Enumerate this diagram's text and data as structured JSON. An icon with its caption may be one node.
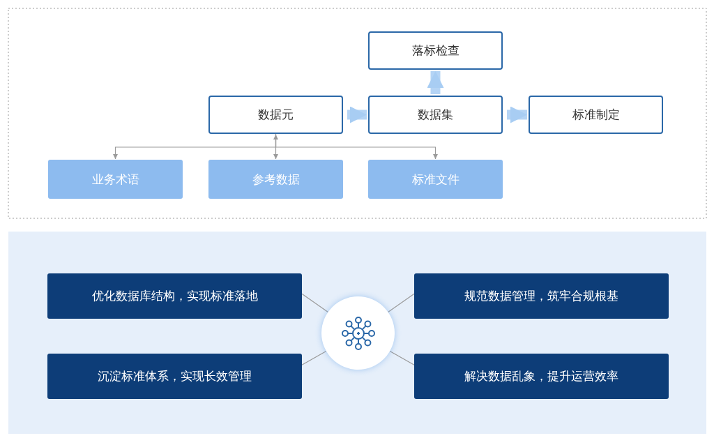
{
  "diagram": {
    "nodes": [
      {
        "text": [
          "落标检查"
        ]
      },
      {
        "text": [
          "数据元"
        ]
      },
      {
        "text": [
          "数据集"
        ]
      },
      {
        "text": [
          "标准制定"
        ]
      },
      {
        "text": [
          "业务术语"
        ]
      },
      {
        "text": [
          "参考数据"
        ]
      },
      {
        "text": [
          "标准文件"
        ]
      },
      {
        "text": [
          "优化数据库结构，实现标准落地"
        ]
      },
      {
        "text": [
          "规范数据管理，筑牢合规根基"
        ]
      },
      {
        "text": [],
        "shape": "circle"
      },
      {
        "text": [
          "沉淀标准体系，实现长效管理"
        ]
      },
      {
        "text": [
          "解决数据乱象，提升运营效率"
        ]
      }
    ],
    "edges": [
      {
        "from": 1,
        "to": 2,
        "arrow": "to",
        "style": "thick",
        "color": "#a8cdf3"
      },
      {
        "from": 2,
        "to": 3,
        "arrow": "to",
        "style": "thick",
        "color": "#a8cdf3"
      },
      {
        "from": 2,
        "to": 0,
        "arrow": "to",
        "style": "thick",
        "color": "#a8cdf3"
      },
      {
        "from": 1,
        "to": 4,
        "arrow": "to"
      },
      {
        "from": 1,
        "to": 5,
        "arrow": "both"
      },
      {
        "from": 1,
        "to": 6,
        "arrow": "to"
      },
      {
        "from": 9,
        "to": 7,
        "arrow": "none"
      },
      {
        "from": 9,
        "to": 8,
        "arrow": "none"
      },
      {
        "from": 9,
        "to": 10,
        "arrow": "none"
      },
      {
        "from": 9,
        "to": 11,
        "arrow": "none"
      }
    ]
  }
}
